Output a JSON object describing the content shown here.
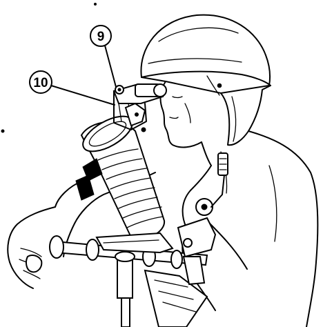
{
  "callouts": [
    {
      "label": "9",
      "target": "sight-elevation-knob"
    },
    {
      "label": "10",
      "target": "sight-mount-bracket"
    }
  ],
  "colors": {
    "ink": "#000000",
    "paper": "#ffffff"
  },
  "icons": [
    "soldier-helmet-icon",
    "mortar-tube-icon",
    "sight-unit-icon",
    "bipod-icon"
  ]
}
